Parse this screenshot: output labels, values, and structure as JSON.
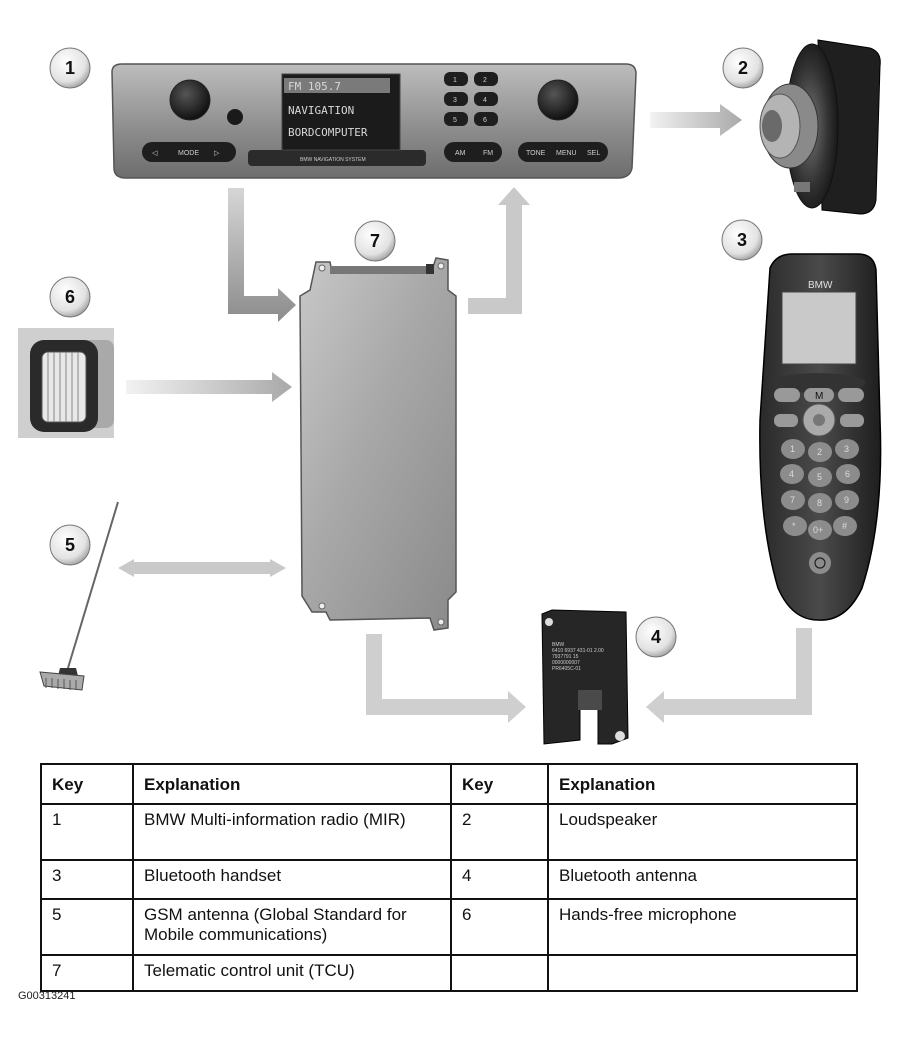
{
  "radio": {
    "display_lines": [
      "FM 105.7",
      "NAVIGATION",
      "BORDCOMPUTER"
    ],
    "buttons": [
      "MODE",
      "AM",
      "FM",
      "TONE",
      "MENU",
      "SEL"
    ],
    "presets": [
      "1",
      "2",
      "3",
      "4",
      "5",
      "6"
    ],
    "brand_strip": "BMW NAVIGATION SYSTEM"
  },
  "handset": {
    "brand": "BMW",
    "top_key": "M",
    "keys": [
      "1",
      "2",
      "3",
      "4",
      "5",
      "6",
      "7",
      "8",
      "9",
      "*",
      "0+",
      "#"
    ]
  },
  "bt_antenna": {
    "label_lines": [
      "BMW",
      "6410 6937 431-01  2.00",
      "7937791 15",
      "0000000007",
      "PR6405C-01"
    ]
  },
  "badges": [
    "1",
    "2",
    "3",
    "4",
    "5",
    "6",
    "7"
  ],
  "table": {
    "headers": [
      "Key",
      "Explanation",
      "Key",
      "Explanation"
    ],
    "rows": [
      [
        "1",
        "BMW Multi-information radio (MIR)",
        "2",
        "Loudspeaker"
      ],
      [
        "3",
        "Bluetooth handset",
        "4",
        "Bluetooth antenna"
      ],
      [
        "5",
        "GSM antenna (Global Standard for Mobile communications)",
        "6",
        "Hands-free microphone"
      ],
      [
        "7",
        "Telematic control unit (TCU)",
        "",
        ""
      ]
    ]
  },
  "figure_id": "G00313241",
  "colors": {
    "arrow": "#c8c8c8",
    "badge_fill": "#e6e6e6",
    "border": "#111111"
  }
}
